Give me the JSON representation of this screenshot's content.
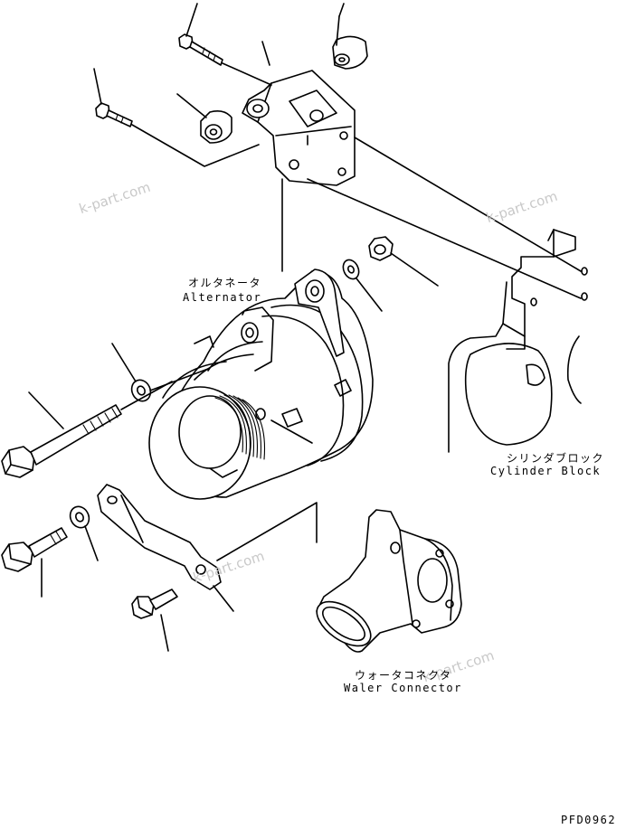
{
  "labels": {
    "alternator_jp": "オルタネータ",
    "alternator_en": "Alternator",
    "cylinder_block_jp": "シリンダブロック",
    "cylinder_block_en": "Cylinder Block",
    "water_connector_jp": "ウォータコネクタ",
    "water_connector_en": "Waler Connector"
  },
  "figure_code": "PFD0962",
  "watermark": "k-part.com"
}
